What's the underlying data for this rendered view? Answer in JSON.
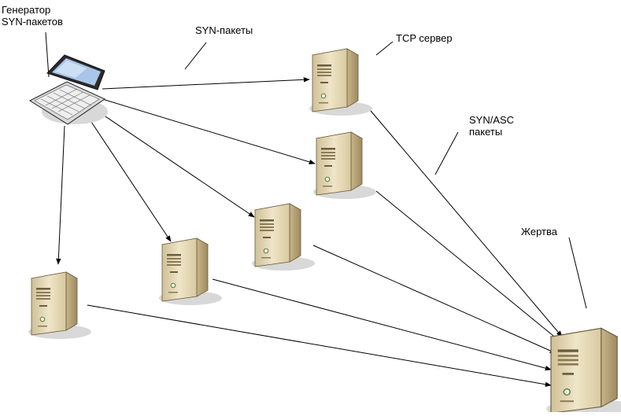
{
  "labels": {
    "generator": [
      "Генератор",
      "SYN-пакетов"
    ],
    "syn_packets": "SYN-пакеты",
    "tcp_server": "TCP сервер",
    "syn_asc": [
      "SYN/ASC",
      "пакеты"
    ],
    "victim": "Жертва"
  },
  "colors": {
    "server_front": "#ddd0a8",
    "server_side": "#b8a47a",
    "server_top": "#efe6cc",
    "shadow": "#d8d8d8",
    "line": "#000000"
  },
  "icons": [
    "laptop-icon",
    "server-icon"
  ]
}
